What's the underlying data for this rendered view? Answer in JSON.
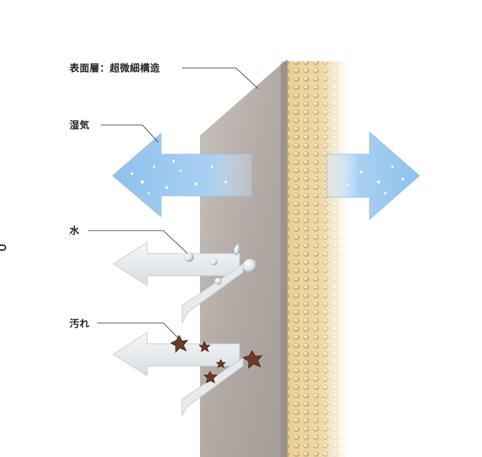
{
  "labels": {
    "surface_layer": "表面層：超微細構造",
    "moisture": "湿気",
    "water": "水",
    "dirt": "汚れ"
  },
  "colors": {
    "panel_surface": "#b3aaa5",
    "foam_core": "#e4c98a",
    "moisture_arrow": "#8dbde8",
    "repel_arrow": "#e9ecee",
    "dirt_particle": "#6b3a2a"
  },
  "icons": {
    "water_droplet": "droplet-icon",
    "dirt_particle": "dirt-particle-icon"
  }
}
